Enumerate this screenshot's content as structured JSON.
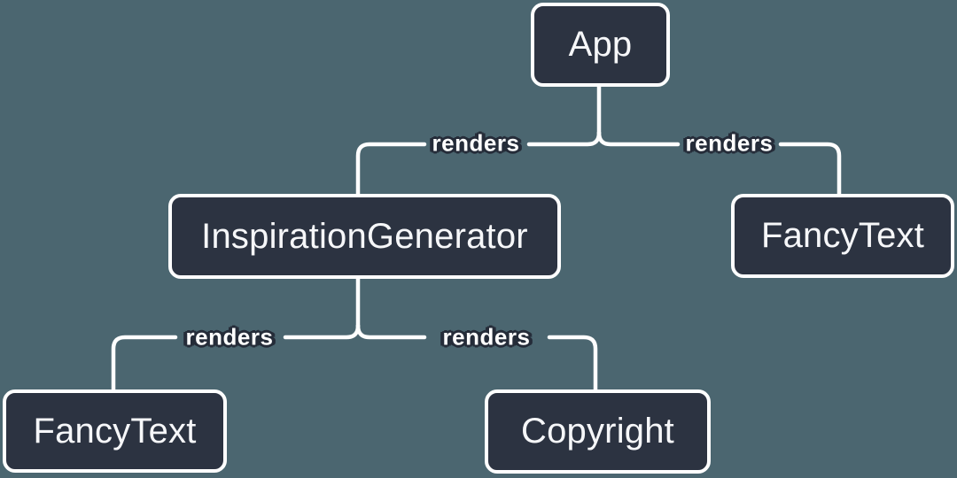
{
  "colors": {
    "bg": "#4b6670",
    "line": "#ffffff",
    "box-fill": "#2c3341",
    "box-border": "#ffffff",
    "box-text": "#f6f7f9",
    "label-text": "#ffffff",
    "label-outline": "#252c39"
  },
  "diagram_type": "component-render-tree",
  "nodes": {
    "app": {
      "label": "App"
    },
    "inspirationGenerator": {
      "label": "InspirationGenerator"
    },
    "fancyTextRight": {
      "label": "FancyText"
    },
    "fancyTextLeft": {
      "label": "FancyText"
    },
    "copyright": {
      "label": "Copyright"
    }
  },
  "edges": [
    {
      "from": "App",
      "to": "InspirationGenerator",
      "label": "renders"
    },
    {
      "from": "App",
      "to": "FancyText",
      "label": "renders"
    },
    {
      "from": "InspirationGenerator",
      "to": "FancyText",
      "label": "renders"
    },
    {
      "from": "InspirationGenerator",
      "to": "Copyright",
      "label": "renders"
    }
  ]
}
